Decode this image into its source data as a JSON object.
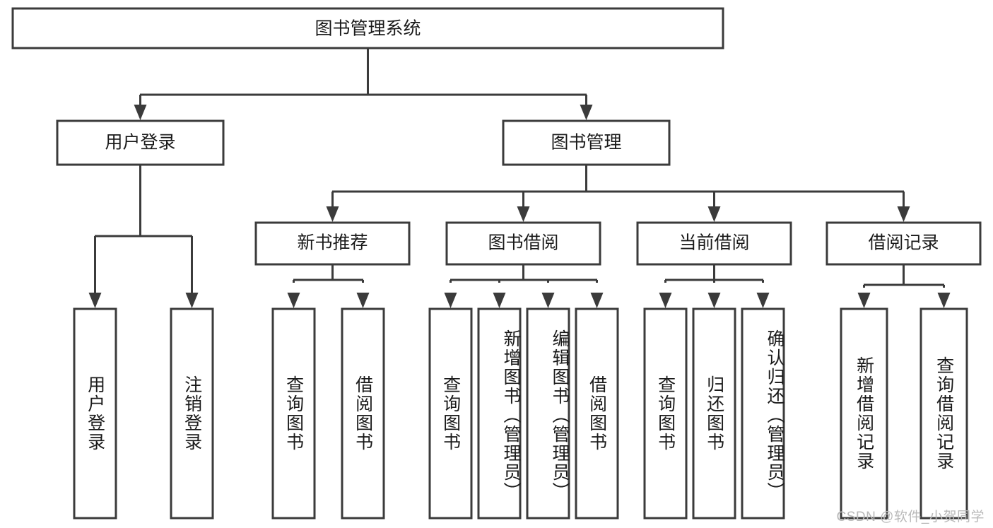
{
  "diagram": {
    "type": "tree-hierarchy",
    "title": "图书管理系统",
    "watermark": "CSDN @软件_小贺同学",
    "colors": {
      "stroke": "#3b3b3b",
      "fill": "#ffffff",
      "text": "#1a1a1a",
      "watermark": "#b9b9b9",
      "background": "#ffffff"
    },
    "root": {
      "label": "图书管理系统"
    },
    "level1": [
      {
        "label": "用户登录"
      },
      {
        "label": "图书管理"
      }
    ],
    "level2": [
      {
        "label": "新书推荐"
      },
      {
        "label": "图书借阅"
      },
      {
        "label": "当前借阅"
      },
      {
        "label": "借阅记录"
      }
    ],
    "leaves": {
      "user_login": [
        {
          "label": "用户登录"
        },
        {
          "label": "注销登录"
        }
      ],
      "new_book_recommend": [
        {
          "label": "查询图书"
        },
        {
          "label": "借阅图书"
        }
      ],
      "book_borrow": [
        {
          "label": "查询图书"
        },
        {
          "label": "新增图书（管理员）"
        },
        {
          "label": "编辑图书（管理员）"
        },
        {
          "label": "借阅图书"
        }
      ],
      "current_borrow": [
        {
          "label": "查询图书"
        },
        {
          "label": "归还图书"
        },
        {
          "label": "确认归还（管理员）"
        }
      ],
      "borrow_record": [
        {
          "label": "新增借阅记录"
        },
        {
          "label": "查询借阅记录"
        }
      ]
    }
  }
}
